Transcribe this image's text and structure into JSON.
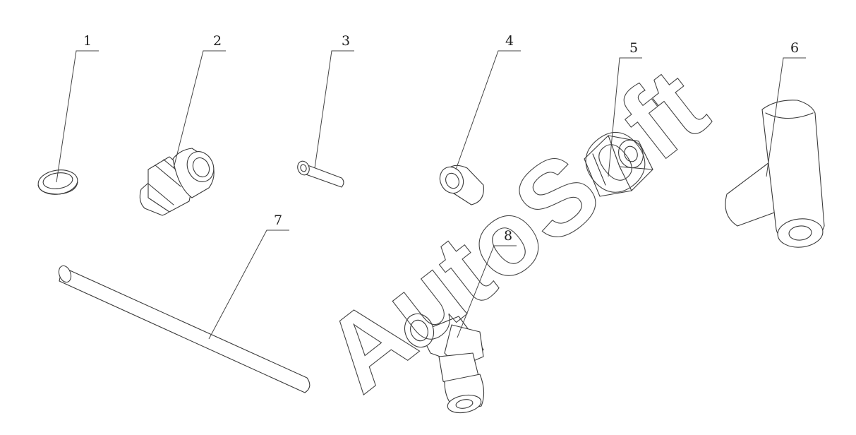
{
  "watermark": "AutoSoft",
  "callouts": [
    {
      "id": "part-1",
      "label": "1"
    },
    {
      "id": "part-2",
      "label": "2"
    },
    {
      "id": "part-3",
      "label": "3"
    },
    {
      "id": "part-4",
      "label": "4"
    },
    {
      "id": "part-5",
      "label": "5"
    },
    {
      "id": "part-6",
      "label": "6"
    },
    {
      "id": "part-7",
      "label": "7"
    },
    {
      "id": "part-8",
      "label": "8"
    }
  ],
  "colors": {
    "line": "#3a3a3a",
    "background": "#ffffff"
  }
}
